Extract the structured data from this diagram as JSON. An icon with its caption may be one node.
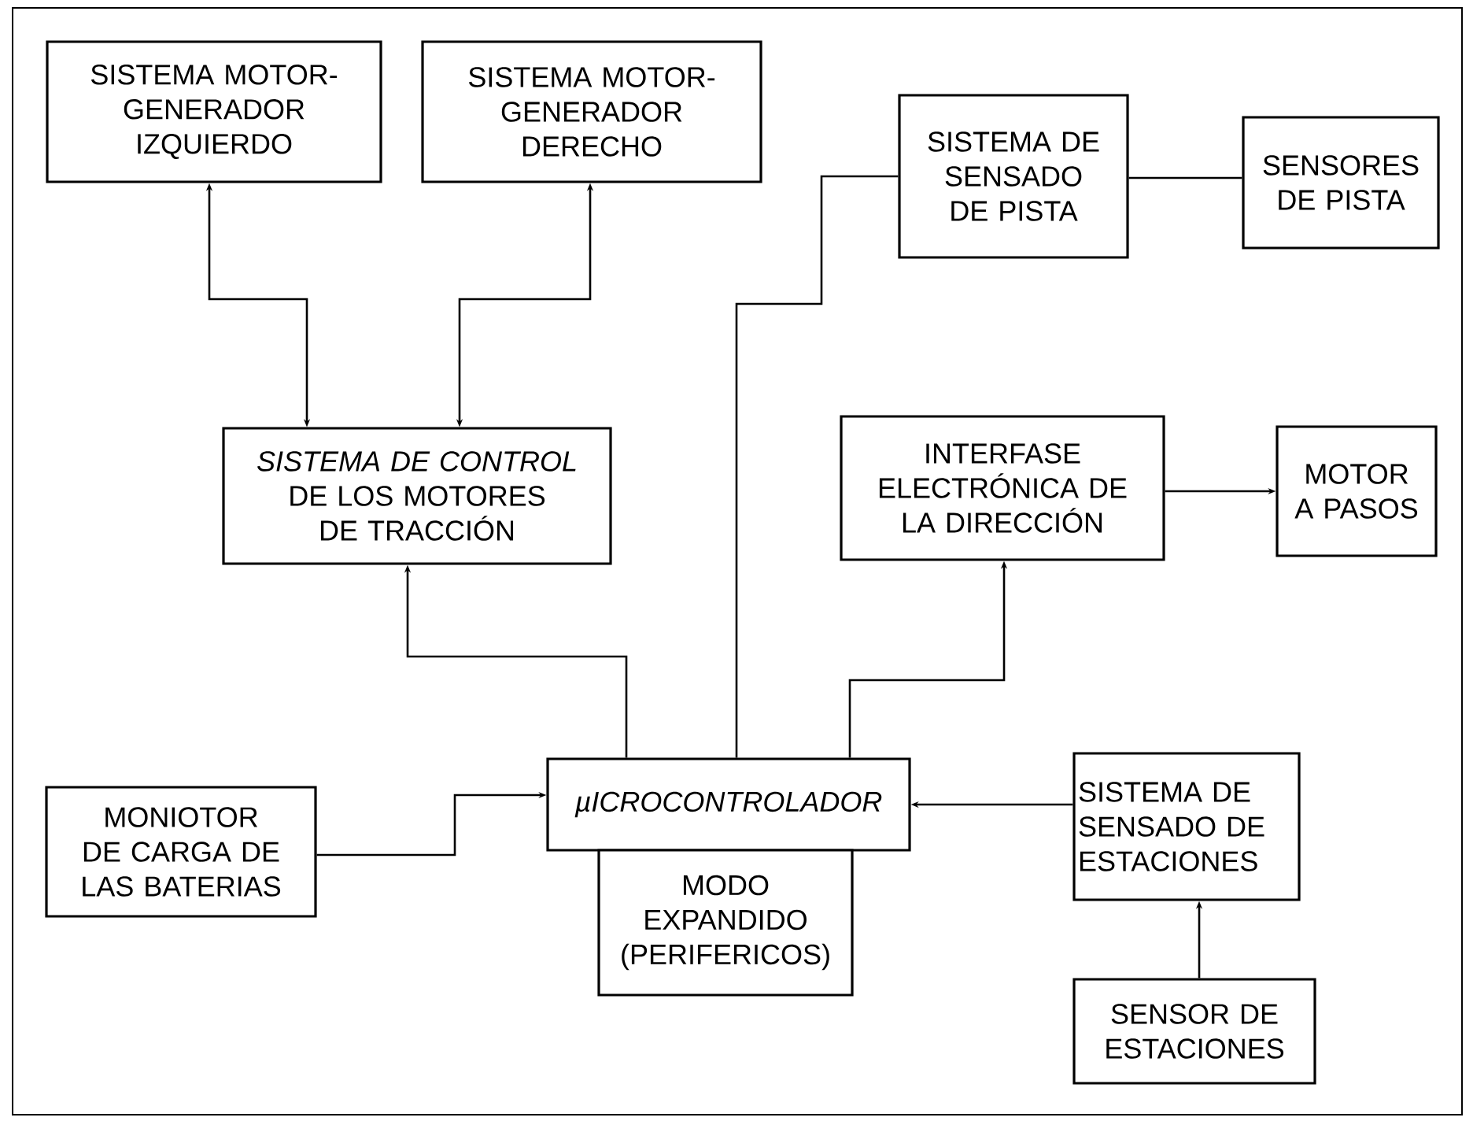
{
  "diagram": {
    "nodes": [
      {
        "text": [
          "SISTEMA MOTOR-GENERADOR IZQUIERDO"
        ]
      },
      {
        "text": [
          "SISTEMA MOTOR-GENERADOR DERECHO"
        ]
      },
      {
        "text": [
          "SISTEMA DE SENSADO DE PISTA"
        ]
      },
      {
        "text": [
          "SENSORES DE PISTA"
        ]
      },
      {
        "text": [
          "*SISTEMA DE CONTROL* DE LOS MOTORES DE TRACCIÓN"
        ]
      },
      {
        "text": [
          "INTERFASE ELECTRÓNICA DE LA DIRECCIÓN"
        ]
      },
      {
        "text": [
          "MOTOR A PASOS"
        ]
      },
      {
        "text": [
          "MONIOTOR DE CARGA DE LAS BATERIAS"
        ]
      },
      {
        "text": [
          "µICROCONTROLADOR"
        ]
      },
      {
        "text": [
          "MODO EXPANDIDO (PERIFERICOS)"
        ]
      },
      {
        "text": [
          "SISTEMA DE SENSADO DE ESTACIONES"
        ]
      },
      {
        "text": [
          "SENSOR DE ESTACIONES"
        ]
      }
    ],
    "edges": [
      {
        "from": 4,
        "to": 0,
        "arrow": "both"
      },
      {
        "from": 4,
        "to": 1,
        "arrow": "both"
      },
      {
        "from": 8,
        "to": 4,
        "arrow": "to"
      },
      {
        "from": 8,
        "to": 2,
        "arrow": "none"
      },
      {
        "from": 2,
        "to": 3,
        "arrow": "none"
      },
      {
        "from": 8,
        "to": 5,
        "arrow": "to"
      },
      {
        "from": 5,
        "to": 6,
        "arrow": "to"
      },
      {
        "from": 7,
        "to": 8,
        "arrow": "to"
      },
      {
        "from": 10,
        "to": 8,
        "arrow": "to"
      },
      {
        "from": 11,
        "to": 10,
        "arrow": "to"
      }
    ]
  }
}
